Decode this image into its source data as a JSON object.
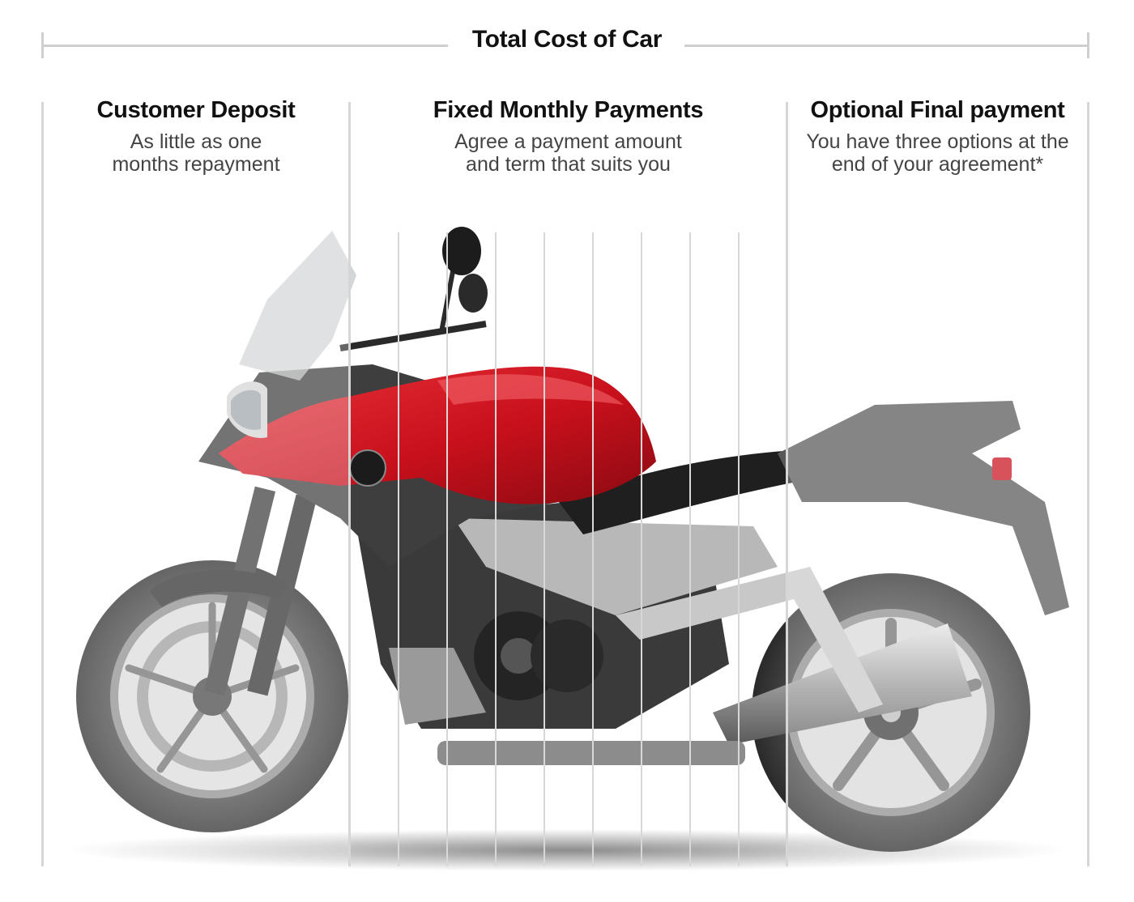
{
  "header": {
    "title": "Total Cost of Car"
  },
  "sections": [
    {
      "title": "Customer Deposit",
      "line1": "As little as one",
      "line2": "months repayment"
    },
    {
      "title": "Fixed Monthly Payments",
      "line1": "Agree a payment amount",
      "line2": "and term that suits you"
    },
    {
      "title": "Optional Final payment",
      "line1": "You have three options at the",
      "line2": "end of your agreement*"
    }
  ],
  "image": {
    "subject": "motorcycle-illustration",
    "accent_color": "#c8101c"
  }
}
